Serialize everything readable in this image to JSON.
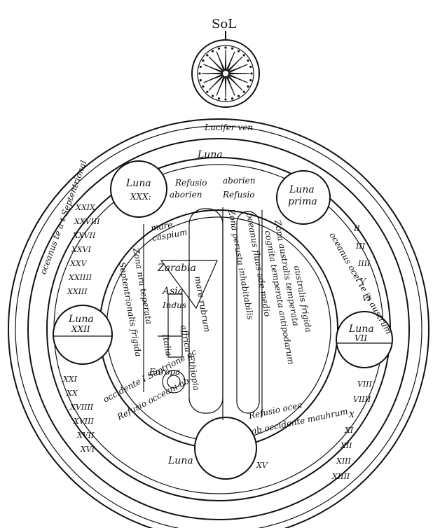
{
  "sun": {
    "label": "SoL"
  },
  "orbit": {
    "label": "Lucifer ven"
  },
  "moon_orbit": {
    "label_top": "Luna",
    "label_bottom": "Luna"
  },
  "moons": {
    "top_left": [
      "Luna",
      "XXX:"
    ],
    "top_right": [
      "Luna",
      "prima"
    ],
    "right": [
      "Luna",
      "VII"
    ],
    "left": [
      "Luna",
      "XXII"
    ],
    "bottom_right_num": "XV"
  },
  "refusio_top": [
    "Refusio",
    "aborien",
    "Refusio",
    "aborien"
  ],
  "refusio_bottom": [
    "Refusio occeani ab",
    "occidente I Septrione oc"
  ],
  "refusio_bottom_right": [
    "Refusio ocea",
    "ab occidente mauhrum"
  ],
  "ocean_right": "oceanus ocet te in austrum",
  "ocean_left": "oceanus te a t Septentrional",
  "numerals_right_upper": [
    "II",
    "III",
    "IIII",
    "V",
    "VI"
  ],
  "numerals_right_lower": [
    "VIII",
    "VIIII",
    "X",
    "XI",
    "XII",
    "XIII",
    "XIIII"
  ],
  "numerals_left_upper": [
    "XXIX",
    "XXVIII",
    "XXVII",
    "XXVI",
    "XXV",
    "XXIIII",
    "XXIII"
  ],
  "numerals_left_lower": [
    "XXI",
    "XX",
    "XVIIII",
    "XVIII",
    "XVII",
    "XVI"
  ],
  "map": {
    "mare_caspium": [
      "mare",
      "caspium"
    ],
    "zona_nra": "Zona nra teperata",
    "septentrionalis": "Septentrionalis frigida",
    "arabia": "Zarabia",
    "asia": "Asia",
    "indus": "Indus",
    "affrica": "affrica",
    "italia": "Italia",
    "europa": "Europa",
    "ethiopia": "Ethiopia",
    "mare_rubrum": "mare rubrum",
    "zona_perusta": "Zona perusta inhabitabilis",
    "ocean_medio": "oceanus fluus ade medio",
    "zona_australis": "Zona australis temperata",
    "cognita": "cognita temperata antipodarum",
    "australis_frigida": "australis frigida"
  }
}
